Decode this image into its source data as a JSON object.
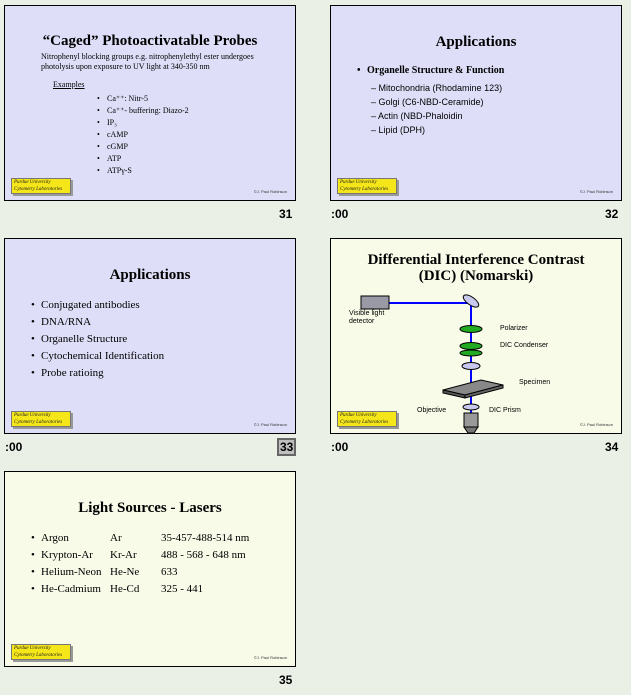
{
  "slides": [
    {
      "number": "31",
      "title": "“Caged” Photoactivatable Probes",
      "desc": "Nitrophenyl blocking groups e.g. nitrophenylethyl ester undergoes photolysis upon exposure to UV light at 340-350 nm",
      "examples_label": "Examples",
      "items": [
        "Ca⁺⁺: Nitr-5",
        "Ca⁺⁺- buffering: Diazo-2",
        "IP₃",
        "cAMP",
        "cGMP",
        "ATP",
        "ATPγ-S"
      ],
      "logo": "Purdue University Cytometry Laboratories",
      "footer": "©J. Paul Robinson"
    },
    {
      "number": "32",
      "time": ":00",
      "title": "Applications",
      "main_item": "Organelle Structure & Function",
      "sub_items": [
        "Mitochondria (Rhodamine 123)",
        "Golgi    (C6-NBD-Ceramide)",
        "Actin (NBD-Phaloidin",
        "Lipid (DPH)"
      ],
      "logo": "Purdue University Cytometry Laboratories",
      "footer": "©J. Paul Robinson"
    },
    {
      "number": "33",
      "time": ":00",
      "title": "Applications",
      "items": [
        "Conjugated antibodies",
        "DNA/RNA",
        "Organelle Structure",
        "Cytochemical Identification",
        "Probe ratioing"
      ],
      "logo": "Purdue University Cytometry Laboratories",
      "footer": "©J. Paul Robinson"
    },
    {
      "number": "34",
      "time": ":00",
      "title": "Differential Interference Contrast (DIC) (Nomarski)",
      "title_line1": "Differential Interference Contrast",
      "title_line2": "(DIC) (Nomarski)",
      "labels": {
        "detector": "Visible light detector",
        "polarizer": "Polarizer",
        "condenser": "DIC Condenser",
        "specimen": "Specimen",
        "objective": "Objective",
        "prism": "DIC Prism"
      },
      "logo": "Purdue University Cytometry Laboratories",
      "footer": "©J. Paul Robinson"
    },
    {
      "number": "35",
      "title": "Light Sources - Lasers",
      "rows": [
        {
          "name": "Argon",
          "sym": "Ar",
          "val": "35-457-488-514 nm"
        },
        {
          "name": "Krypton-Ar",
          "sym": "Kr-Ar",
          "val": "488 - 568 - 648 nm"
        },
        {
          "name": "Helium-Neon",
          "sym": "He-Ne",
          "val": "633"
        },
        {
          "name": "He-Cadmium",
          "sym": "He-Cd",
          "val": "325 - 441"
        }
      ],
      "logo": "Purdue University Cytometry Laboratories",
      "footer": "©J. Paul Robinson"
    }
  ],
  "colors": {
    "background": "#ebf0e7",
    "slide_lavender": "#dedef8",
    "slide_pale": "#f7fbe8",
    "logo_yellow": "#f5e61a",
    "beam_blue": "#0000ff",
    "lens_green": "#22aa22"
  }
}
